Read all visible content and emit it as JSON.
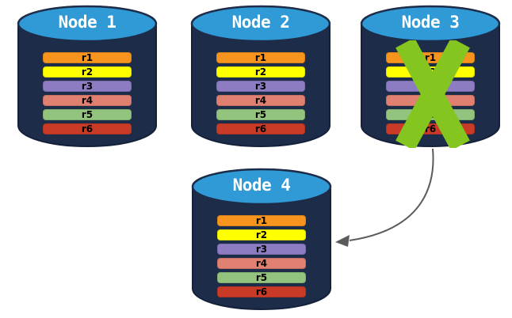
{
  "colors": {
    "cylinder_body": "#1d2c49",
    "cylinder_outline": "#15213a",
    "cylinder_top": "#2f9ad6",
    "title_text": "#ffffff",
    "row_text": "#000000",
    "x_mark": "#84c61f",
    "arrow": "#5b5b5b"
  },
  "nodes": [
    {
      "title": "Node 1",
      "failed": false,
      "rows": [
        {
          "label": "r1",
          "color": "#f7941d"
        },
        {
          "label": "r2",
          "color": "#ffff00"
        },
        {
          "label": "r3",
          "color": "#8e7cc3"
        },
        {
          "label": "r4",
          "color": "#df8070"
        },
        {
          "label": "r5",
          "color": "#93c47d"
        },
        {
          "label": "r6",
          "color": "#c93b27"
        }
      ]
    },
    {
      "title": "Node 2",
      "failed": false,
      "rows": [
        {
          "label": "r1",
          "color": "#f7941d"
        },
        {
          "label": "r2",
          "color": "#ffff00"
        },
        {
          "label": "r3",
          "color": "#8e7cc3"
        },
        {
          "label": "r4",
          "color": "#df8070"
        },
        {
          "label": "r5",
          "color": "#93c47d"
        },
        {
          "label": "r6",
          "color": "#c93b27"
        }
      ]
    },
    {
      "title": "Node 3",
      "failed": true,
      "rows": [
        {
          "label": "r1",
          "color": "#f7941d"
        },
        {
          "label": "r2",
          "color": "#ffff00"
        },
        {
          "label": "r3",
          "color": "#8e7cc3"
        },
        {
          "label": "r4",
          "color": "#df8070"
        },
        {
          "label": "r5",
          "color": "#93c47d"
        },
        {
          "label": "r6",
          "color": "#c93b27"
        }
      ]
    },
    {
      "title": "Node 4",
      "failed": false,
      "rows": [
        {
          "label": "r1",
          "color": "#f7941d"
        },
        {
          "label": "r2",
          "color": "#ffff00"
        },
        {
          "label": "r3",
          "color": "#8e7cc3"
        },
        {
          "label": "r4",
          "color": "#df8070"
        },
        {
          "label": "r5",
          "color": "#93c47d"
        },
        {
          "label": "r6",
          "color": "#c93b27"
        }
      ]
    }
  ],
  "annotations": {
    "x_mark_on": "Node 3",
    "arrow": {
      "from": "Node 3",
      "to": "Node 4"
    }
  }
}
